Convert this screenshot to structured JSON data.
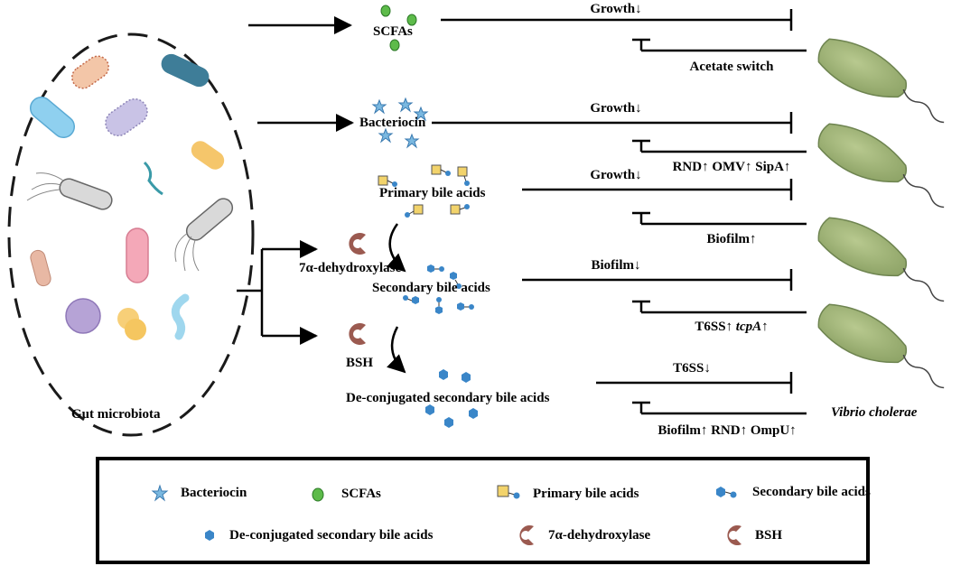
{
  "labels": {
    "gut_microbiota": "Gut microbiota",
    "scfas": "SCFAs",
    "bacteriocin": "Bacteriocin",
    "primary_bile_acids": "Primary bile acids",
    "secondary_bile_acids": "Secondary bile acids",
    "deconjugated": "De-conjugated secondary bile acids",
    "dehydroxylase": "7α-dehydroxylase",
    "bsh": "BSH",
    "vibrio_cholerae": "Vibrio cholerae"
  },
  "interactions": [
    {
      "inhibit": "Growth↓",
      "feedback": "Acetate switch"
    },
    {
      "inhibit": "Growth↓",
      "feedback": "RND↑ OMV↑ SipA↑"
    },
    {
      "inhibit": "Growth↓",
      "feedback": "Biofilm↑"
    },
    {
      "inhibit": "Biofilm↓",
      "feedback_plain": "T6SS↑ ",
      "feedback_italic": "tcpA",
      "feedback_tail": "↑"
    },
    {
      "inhibit": "T6SS↓",
      "feedback": "Biofilm↑ RND↑ OmpU↑"
    }
  ],
  "legend": {
    "bacteriocin": "Bacteriocin",
    "scfas": "SCFAs",
    "primary_bile_acids": "Primary bile acids",
    "secondary_bile_acids": "Secondary bile acids",
    "deconjugated": "De-conjugated secondary bile acids",
    "dehydroxylase": "7α-dehydroxylase",
    "bsh": "BSH"
  },
  "colors": {
    "scfa": "#5dbb4a",
    "bacteriocin": "#7ab8e0",
    "primary_square": "#f2d36b",
    "bile_blue": "#3a86c8",
    "enzyme": "#9b5a50",
    "vibrio": "#9fb57a",
    "dashed": "#1a1a1a"
  },
  "icons": [
    "bacteriocin-star-icon",
    "scfa-circle-icon",
    "primary-bile-acid-icon",
    "secondary-bile-acid-icon",
    "deconjugated-bile-acid-icon",
    "dehydroxylase-icon",
    "bsh-icon",
    "vibrio-icon",
    "microbe-icon"
  ]
}
